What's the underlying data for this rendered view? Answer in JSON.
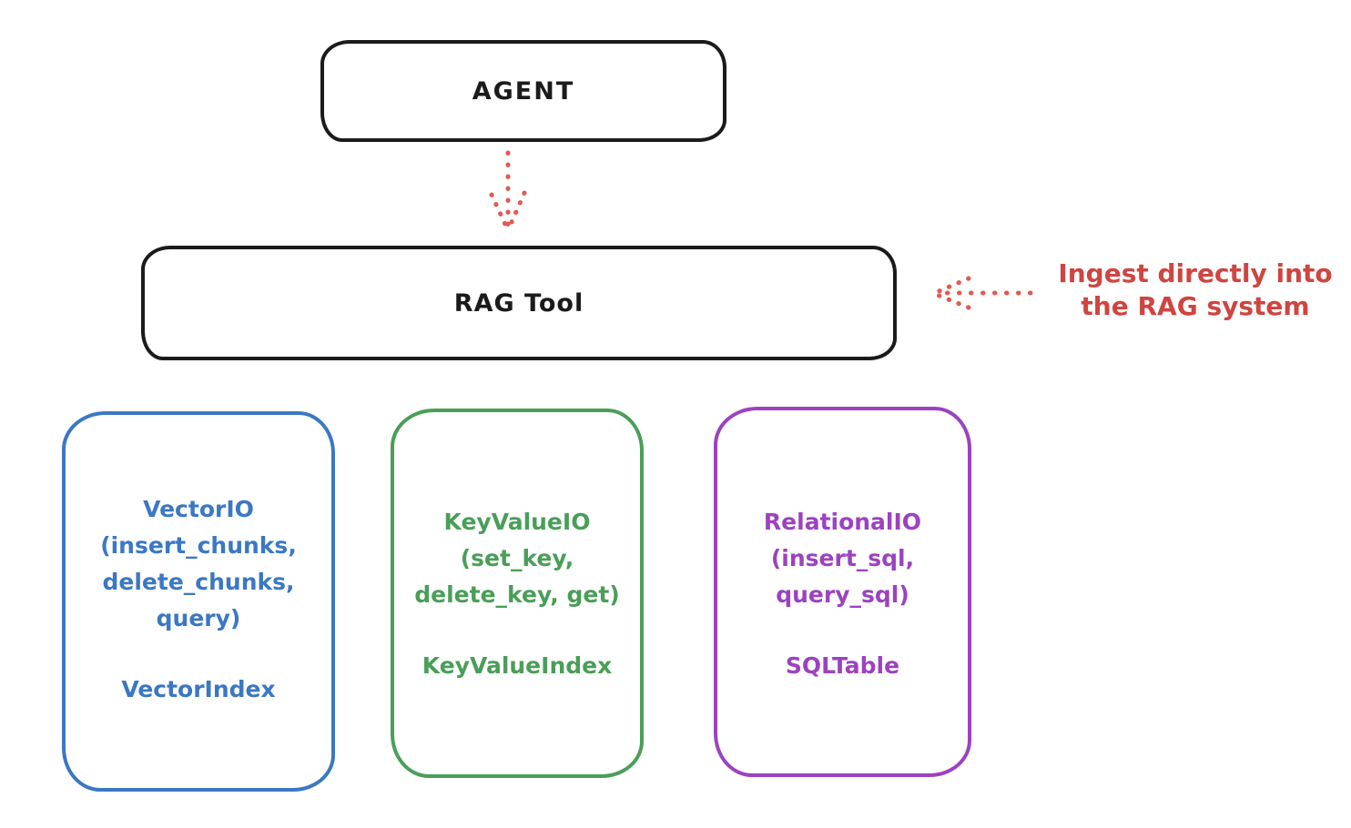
{
  "diagram": {
    "agent": {
      "label": "AGENT"
    },
    "rag_tool": {
      "label": "RAG Tool"
    },
    "annotation": {
      "line1": "Ingest directly into",
      "line2": "the RAG system",
      "color": "#cf4540"
    },
    "arrow_color": "#e05a52",
    "stroke_color": "#1b1b1b",
    "backends": [
      {
        "id": "vector-io",
        "color": "#3b78c3",
        "io_lines": [
          "VectorIO",
          "(insert_chunks,",
          "delete_chunks,",
          "query)"
        ],
        "index_label": "VectorIndex"
      },
      {
        "id": "keyvalue-io",
        "color": "#4a9e58",
        "io_lines": [
          "KeyValueIO",
          "(set_key,",
          "delete_key, get)"
        ],
        "index_label": "KeyValueIndex"
      },
      {
        "id": "relational-io",
        "color": "#9c42c0",
        "io_lines": [
          "RelationalIO",
          "(insert_sql,",
          "query_sql)"
        ],
        "index_label": "SQLTable"
      }
    ]
  }
}
